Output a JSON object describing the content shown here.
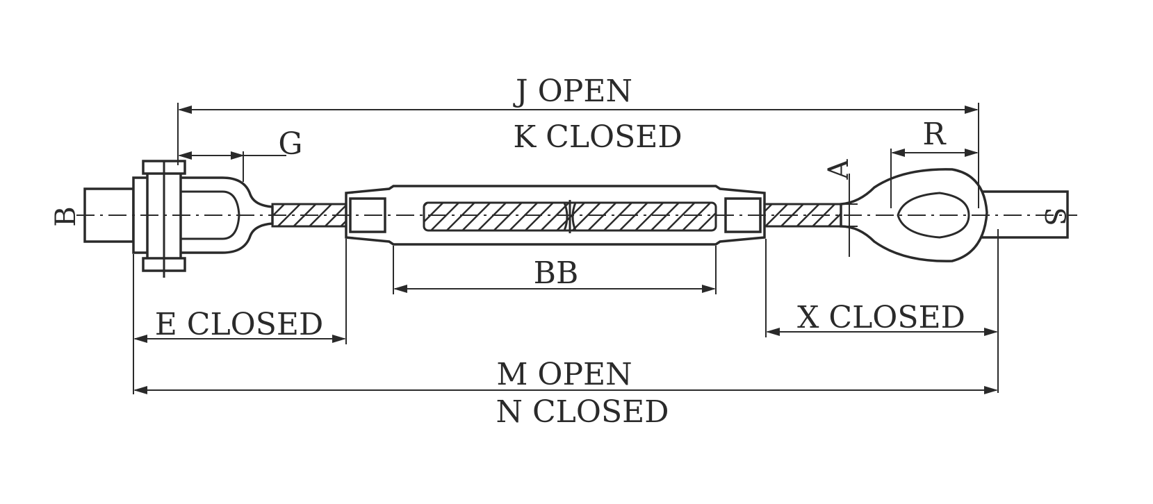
{
  "labels": {
    "j_open": "J  OPEN",
    "k_closed": "K  CLOSED",
    "g": "G",
    "r": "R",
    "a": "A",
    "b": "B",
    "s": "S",
    "bb": "BB",
    "e_closed": "E  CLOSED",
    "x_closed": "X  CLOSED",
    "m_open": "M  OPEN",
    "n_closed": "N  CLOSED"
  },
  "colors": {
    "line": "#2a2a2a",
    "background": "#ffffff"
  }
}
